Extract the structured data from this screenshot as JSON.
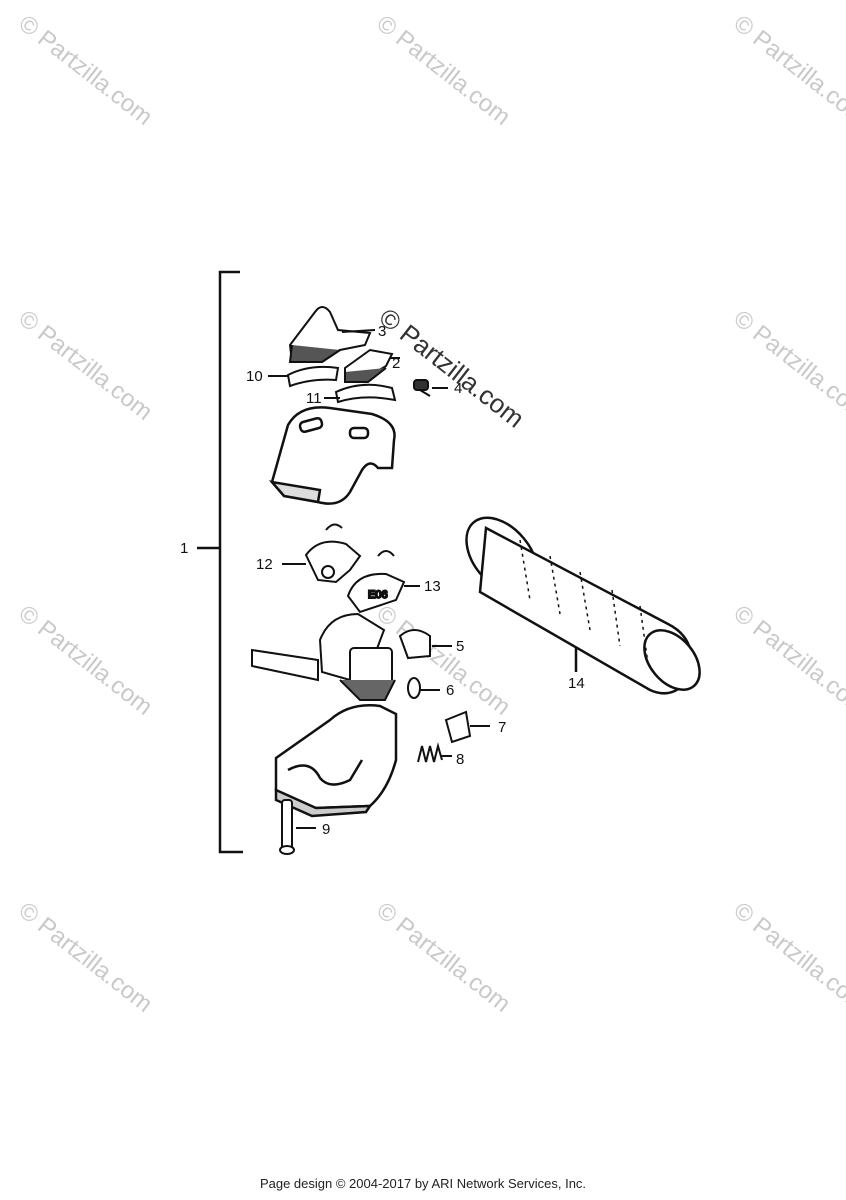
{
  "watermark": {
    "text": "© Partzilla.com"
  },
  "center_watermark": {
    "text": "© Partzilla.com"
  },
  "callouts": {
    "c1": "1",
    "c2": "2",
    "c3": "3",
    "c4": "4",
    "c5": "5",
    "c6": "6",
    "c7": "7",
    "c8": "8",
    "c9": "9",
    "c10": "10",
    "c11": "11",
    "c12": "12",
    "c13": "13",
    "c14": "14"
  },
  "part_marking": "E06",
  "footer": {
    "text": "Page design © 2004-2017 by ARI Network Services, Inc."
  }
}
